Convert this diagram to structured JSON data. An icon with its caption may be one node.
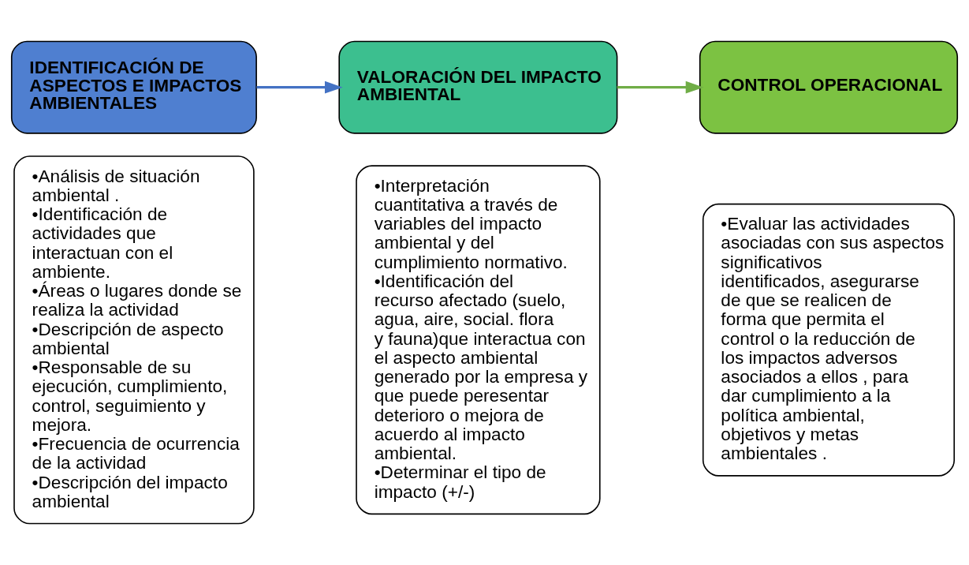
{
  "diagram": {
    "nodes": [
      {
        "text": [
          "IDENTIFICACIÓN DE ASPECTOS E IMPACTOS AMBIENTALES"
        ]
      },
      {
        "text": [
          "•Análisis de situación ambiental .",
          "•Identificación de actividades que interactuan con el ambiente.",
          "•Áreas o lugares donde se realiza la actividad",
          "•Descripción de aspecto ambiental",
          "•Responsable de su ejecución, cumplimiento, control, seguimiento y mejora.",
          "•Frecuencia de ocurrencia de la actividad",
          "•Descripción del impacto ambiental"
        ]
      },
      {
        "text": [
          "VALORACIÓN DEL IMPACTO AMBIENTAL"
        ]
      },
      {
        "text": [
          "•Interpretación cuantitativa a través de variables del impacto ambiental y del cumplimiento normativo.",
          "•Identificación del recurso afectado (suelo, agua, aire, social. flora y fauna)que interactua con el aspecto ambiental generado por la empresa y que puede peresentar deterioro o mejora de acuerdo al impacto ambiental.",
          "•Determinar el tipo de impacto (+/-)"
        ]
      },
      {
        "text": [
          "CONTROL OPERACIONAL"
        ]
      },
      {
        "text": [
          "•Evaluar las actividades asociadas con sus aspectos significativos identificados, asegurarse de que se realicen de forma que permita el control o la reducción de los impactos adversos asociados a ellos , para dar cumplimiento a la política ambiental, objetivos y metas ambientales ."
        ]
      }
    ],
    "edges": [
      {
        "from": 0,
        "to": 2,
        "arrow": "to",
        "color": "#4472c4"
      },
      {
        "from": 2,
        "to": 4,
        "arrow": "to",
        "color": "#70ad47"
      }
    ]
  }
}
